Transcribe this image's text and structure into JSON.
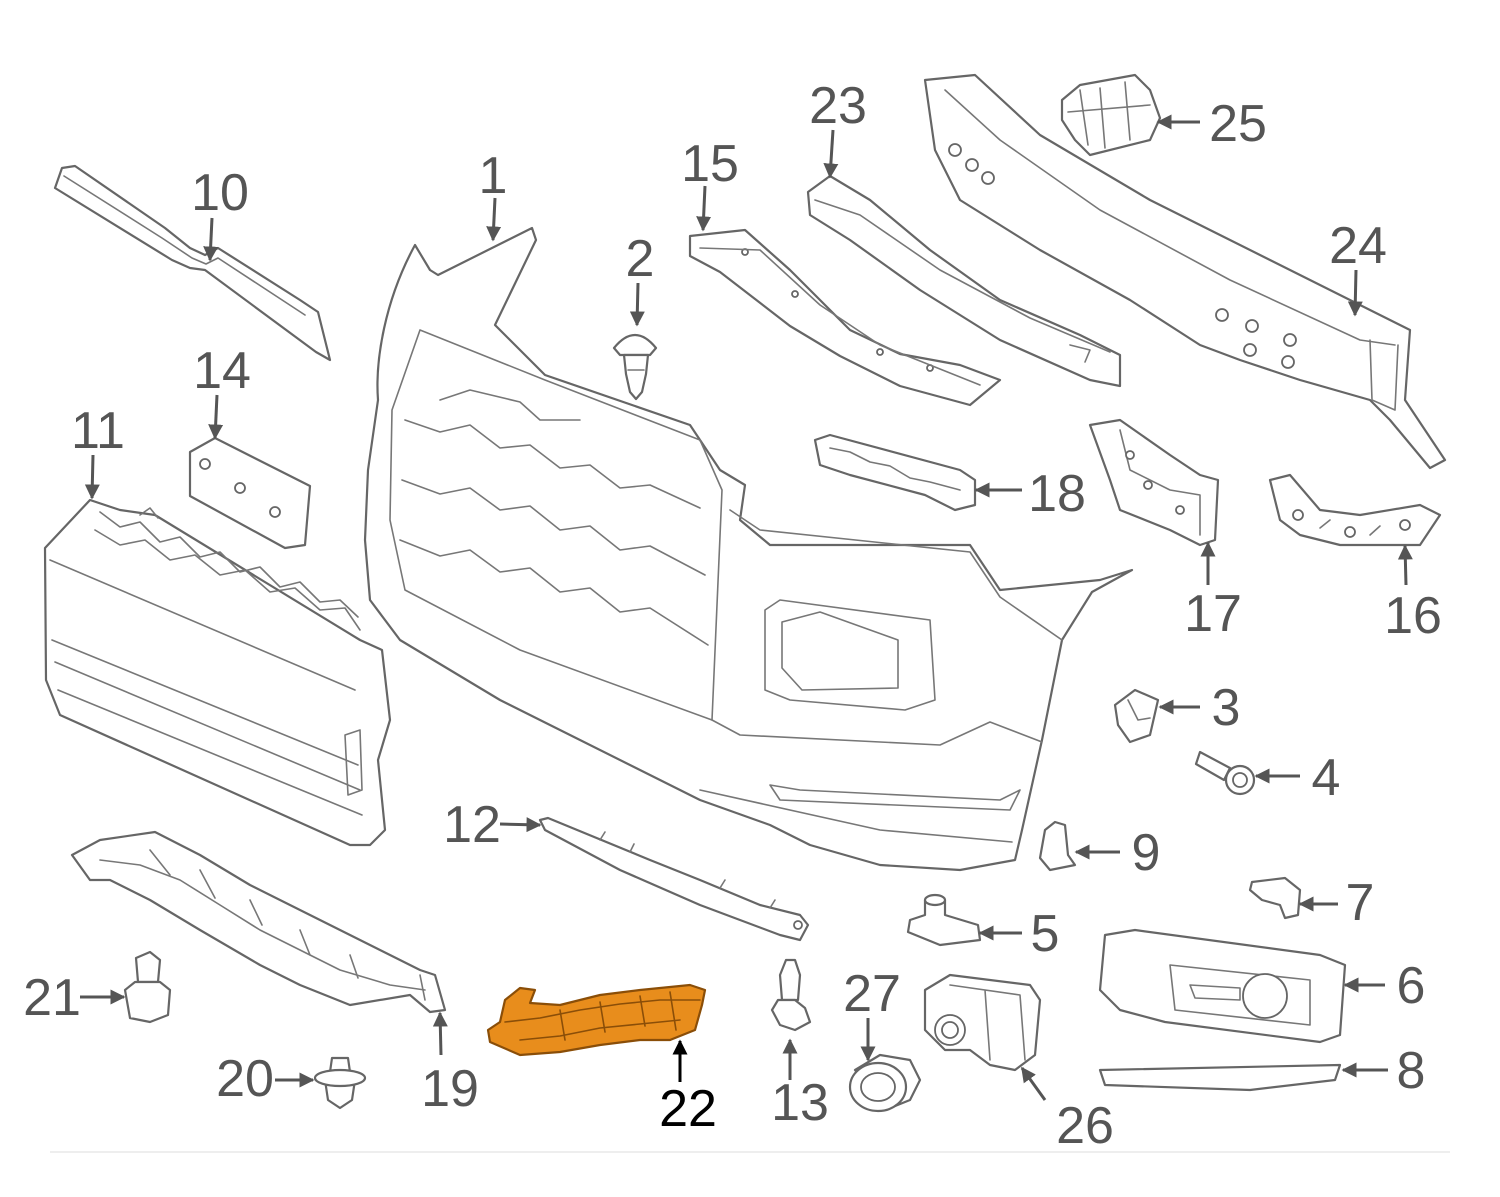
{
  "callouts": {
    "p1": "1",
    "p2": "2",
    "p3": "3",
    "p4": "4",
    "p5": "5",
    "p6": "6",
    "p7": "7",
    "p8": "8",
    "p9": "9",
    "p10": "10",
    "p11": "11",
    "p12": "12",
    "p13": "13",
    "p14": "14",
    "p15": "15",
    "p16": "16",
    "p17": "17",
    "p18": "18",
    "p19": "19",
    "p20": "20",
    "p21": "21",
    "p22": "22",
    "p23": "23",
    "p24": "24",
    "p25": "25",
    "p26": "26",
    "p27": "27"
  },
  "highlight": {
    "part": "22",
    "fill": "#e88d1c",
    "label_color": "#000000"
  },
  "colors": {
    "line": "#666666",
    "label": "#555555",
    "background": "#ffffff"
  }
}
